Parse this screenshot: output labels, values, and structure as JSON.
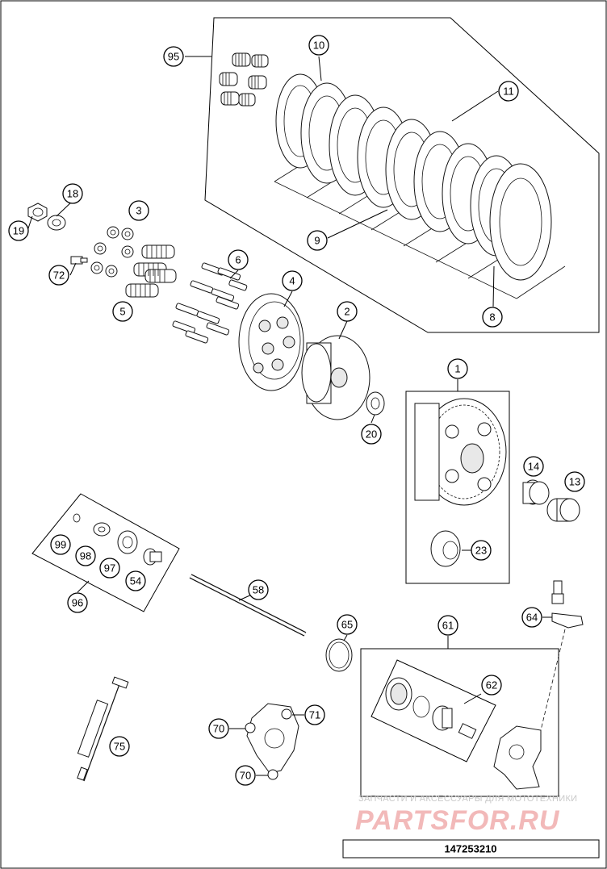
{
  "diagram": {
    "part_number": "147253210",
    "watermark_caption": "ЗАПЧАСТИ И АКСЕССУАРЫ ДЛЯ МОТОТЕХНИКИ",
    "watermark_logo": "PARTSFOR.RU",
    "callouts": [
      {
        "id": "c95",
        "label": "95"
      },
      {
        "id": "c10",
        "label": "10"
      },
      {
        "id": "c11",
        "label": "11"
      },
      {
        "id": "c9",
        "label": "9"
      },
      {
        "id": "c8",
        "label": "8"
      },
      {
        "id": "c18",
        "label": "18"
      },
      {
        "id": "c19",
        "label": "19"
      },
      {
        "id": "c3",
        "label": "3"
      },
      {
        "id": "c72",
        "label": "72"
      },
      {
        "id": "c6",
        "label": "6"
      },
      {
        "id": "c5",
        "label": "5"
      },
      {
        "id": "c4",
        "label": "4"
      },
      {
        "id": "c2",
        "label": "2"
      },
      {
        "id": "c20",
        "label": "20"
      },
      {
        "id": "c1",
        "label": "1"
      },
      {
        "id": "c14",
        "label": "14"
      },
      {
        "id": "c13",
        "label": "13"
      },
      {
        "id": "c23",
        "label": "23"
      },
      {
        "id": "c99",
        "label": "99"
      },
      {
        "id": "c98",
        "label": "98"
      },
      {
        "id": "c97",
        "label": "97"
      },
      {
        "id": "c54",
        "label": "54"
      },
      {
        "id": "c96",
        "label": "96"
      },
      {
        "id": "c58",
        "label": "58"
      },
      {
        "id": "c65",
        "label": "65"
      },
      {
        "id": "c61",
        "label": "61"
      },
      {
        "id": "c64",
        "label": "64"
      },
      {
        "id": "c62",
        "label": "62"
      },
      {
        "id": "c71",
        "label": "71"
      },
      {
        "id": "c70a",
        "label": "70"
      },
      {
        "id": "c70b",
        "label": "70"
      },
      {
        "id": "c75",
        "label": "75"
      }
    ]
  }
}
